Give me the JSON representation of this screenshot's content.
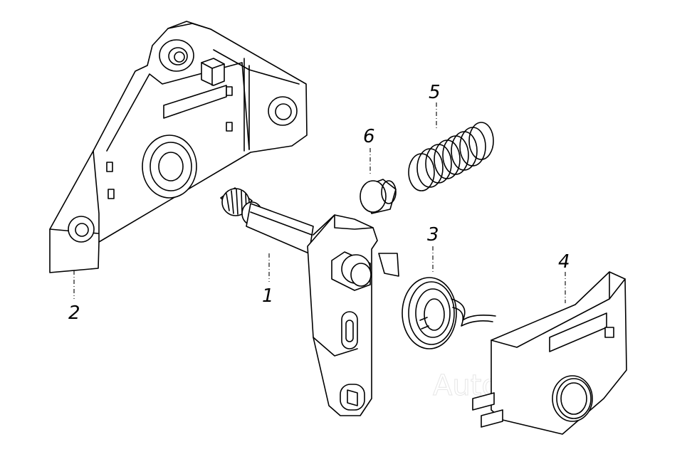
{
  "diagram": {
    "part_labels": {
      "p1": "1",
      "p2": "2",
      "p3": "3",
      "p4": "4",
      "p5": "5",
      "p6": "6"
    },
    "watermark": "AutoSoft"
  }
}
